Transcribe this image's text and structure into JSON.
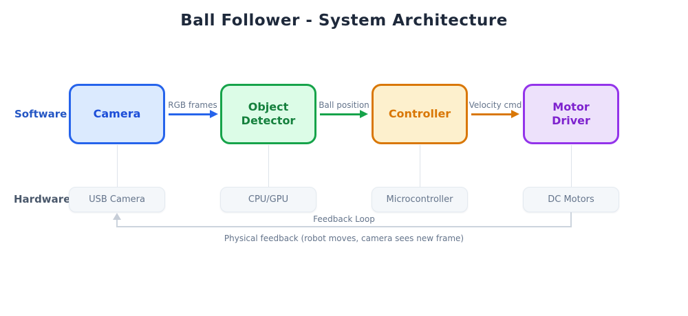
{
  "title": "Ball Follower - System Architecture",
  "layers": {
    "software_label": "Software",
    "hardware_label": "Hardware"
  },
  "software_nodes": [
    {
      "label": "Camera",
      "fill": "#dbeafe",
      "border": "#2563eb",
      "text_color": "#1d4ed8"
    },
    {
      "label": "Object Detector",
      "fill": "#dcfce7",
      "border": "#16a34a",
      "text_color": "#15803d"
    },
    {
      "label": "Controller",
      "fill": "#fdf0cd",
      "border": "#d97706",
      "text_color": "#d97706"
    },
    {
      "label": "Motor Driver",
      "fill": "#ede1fb",
      "border": "#9333ea",
      "text_color": "#7e22ce"
    }
  ],
  "hardware_nodes": [
    {
      "label": "USB Camera"
    },
    {
      "label": "CPU/GPU"
    },
    {
      "label": "Microcontroller"
    },
    {
      "label": "DC Motors"
    }
  ],
  "flow_arrows": [
    {
      "label": "RGB frames",
      "color": "#2563eb",
      "from": "Camera",
      "to": "Object Detector"
    },
    {
      "label": "Ball position",
      "color": "#16a34a",
      "from": "Object Detector",
      "to": "Controller"
    },
    {
      "label": "Velocity cmd",
      "color": "#d97706",
      "from": "Controller",
      "to": "Motor Driver"
    }
  ],
  "feedback": {
    "loop_label": "Feedback Loop",
    "caption": "Physical feedback (robot moves, camera sees new frame)",
    "line_color": "#ccd4dd"
  },
  "colors": {
    "background": "#ffffff",
    "title_text": "#1e293b",
    "software_layer_label": "#2456c4",
    "hardware_layer_label": "#4a586b",
    "hardware_box_fill": "#f4f7fa",
    "hardware_box_text": "#64748b",
    "arrow_label_text": "#64748b",
    "connector": "#dde3ea"
  }
}
